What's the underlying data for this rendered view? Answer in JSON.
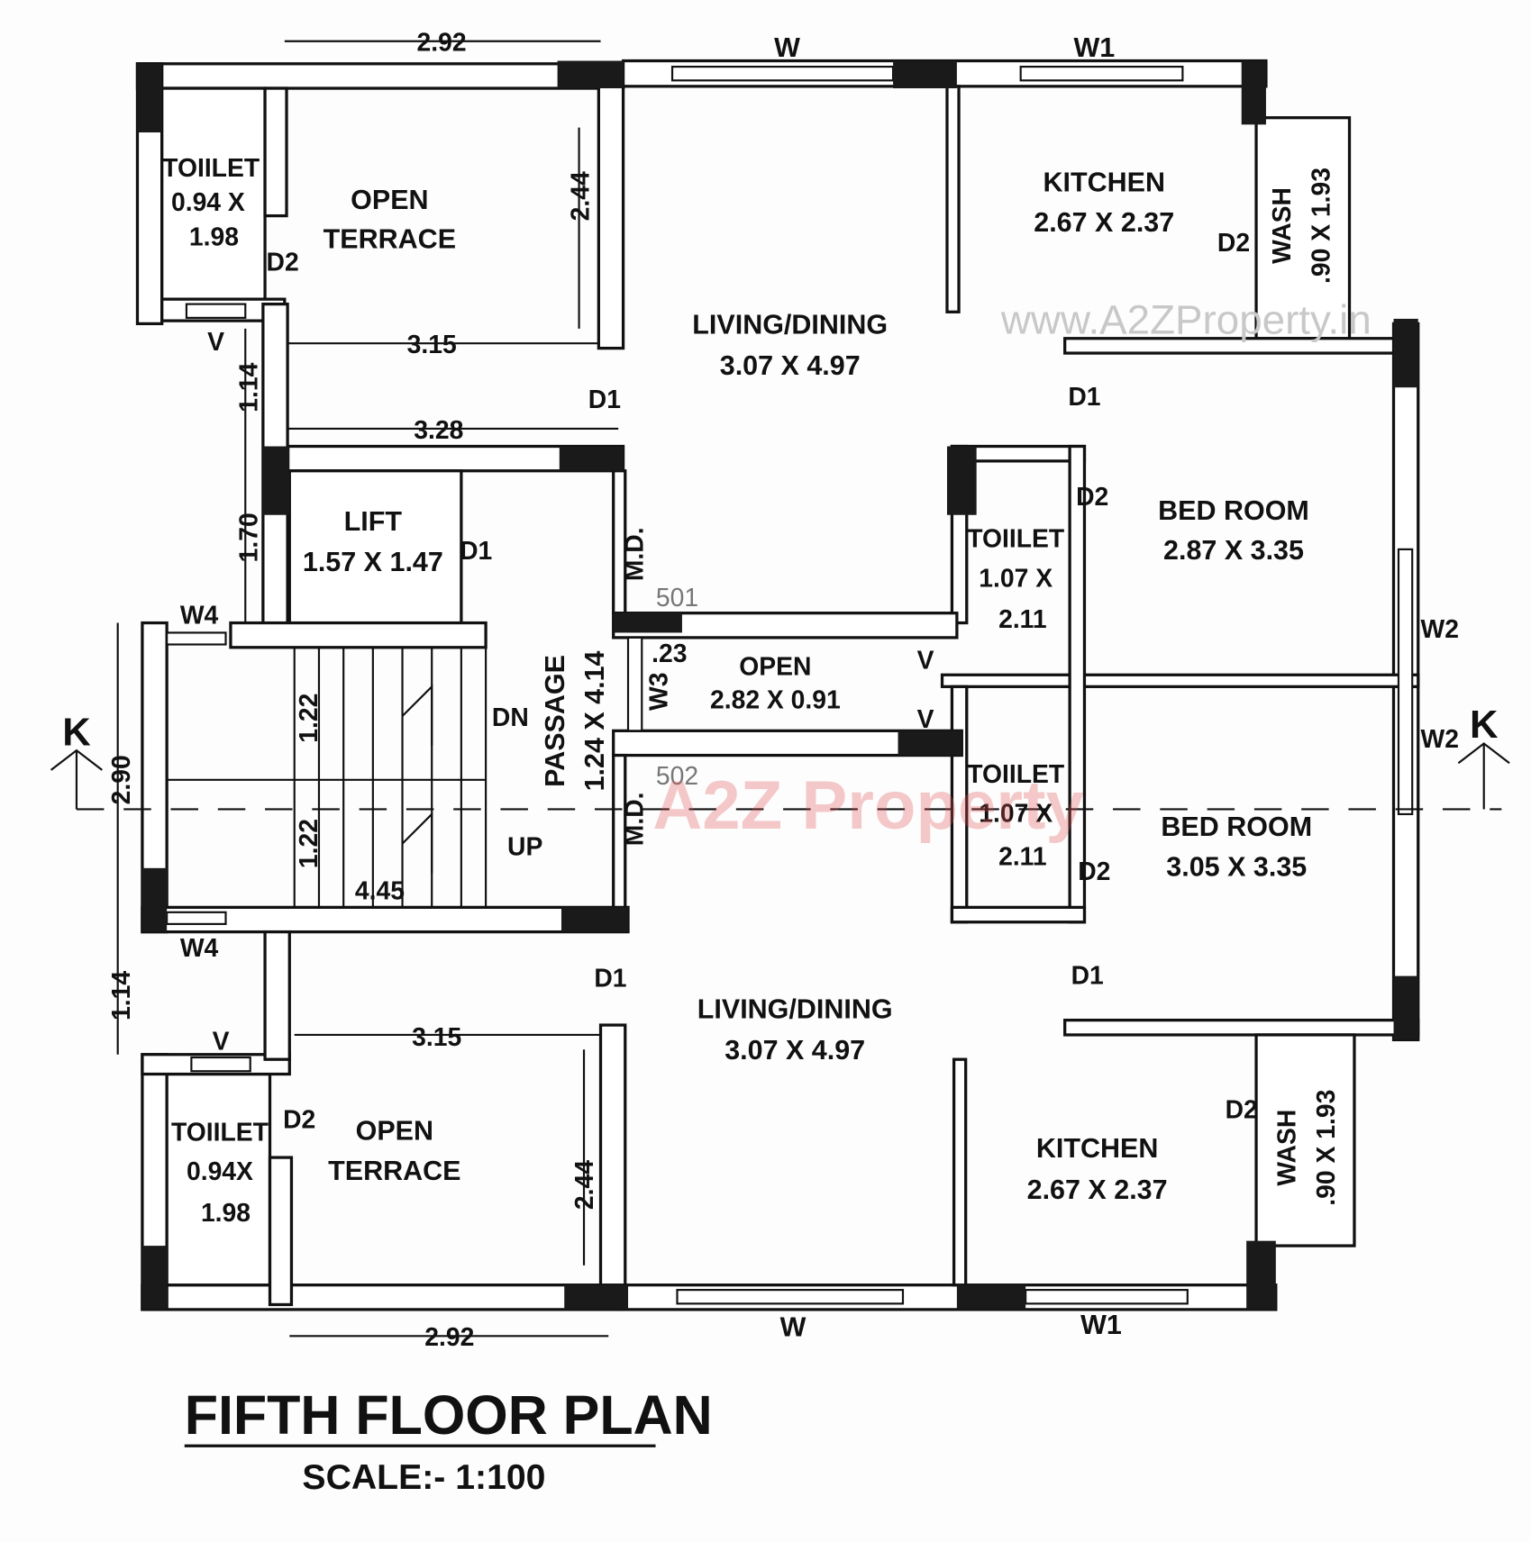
{
  "plan": {
    "title": "FIFTH FLOOR PLAN",
    "scale": "SCALE:- 1:100",
    "watermark_url": "www.A2ZProperty.in",
    "watermark_logo": "A2Z Property",
    "flats": {
      "upper": "501",
      "lower": "502"
    },
    "section_marker": "K"
  },
  "rooms": {
    "toilet_ul": [
      "TOIILET",
      "0.94 X",
      "1.98"
    ],
    "terrace_u": [
      "OPEN",
      "TERRACE"
    ],
    "living_u": [
      "LIVING/DINING",
      "3.07 X 4.97"
    ],
    "kitchen_u": [
      "KITCHEN",
      "2.67 X 2.37"
    ],
    "wash_u": [
      "WASH",
      ".90 X 1.93"
    ],
    "bed_u": [
      "BED ROOM",
      "2.87 X 3.35"
    ],
    "toilet_mu": [
      "TOIILET",
      "1.07 X",
      "2.11"
    ],
    "lift": [
      "LIFT",
      "1.57 X 1.47"
    ],
    "passage": [
      "PASSAGE",
      "1.24 X 4.14"
    ],
    "open": [
      "OPEN",
      "2.82 X 0.91"
    ],
    "toilet_ml": [
      "TOIILET",
      "1.07 X",
      "2.11"
    ],
    "bed_l": [
      "BED ROOM",
      "3.05 X 3.35"
    ],
    "living_l": [
      "LIVING/DINING",
      "3.07 X 4.97"
    ],
    "kitchen_l": [
      "KITCHEN",
      "2.67 X 2.37"
    ],
    "wash_l": [
      "WASH",
      ".90 X 1.93"
    ],
    "toilet_ll": [
      "TOIILET",
      "0.94X",
      "1.98"
    ],
    "terrace_l": [
      "OPEN",
      "TERRACE"
    ]
  },
  "openings": {
    "W": "W",
    "W1": "W1",
    "W2": "W2",
    "W3": "W3",
    "W4": "W4",
    "D1": "D1",
    "D2": "D2",
    "V": "V",
    "MD": "M.D.",
    "DN": "DN",
    "UP": "UP"
  },
  "dimensions": {
    "top_terrace_width": "2.92",
    "terrace_depth": "2.44",
    "terrace_inner": "3.15",
    "lobby_width": "3.28",
    "left_114": "1.14",
    "left_170": "1.70",
    "stair_290": "2.90",
    "stair_flight": "1.22",
    "stair_length": "4.45",
    "open_gap": ".23",
    "bottom_terrace_width": "2.92"
  }
}
